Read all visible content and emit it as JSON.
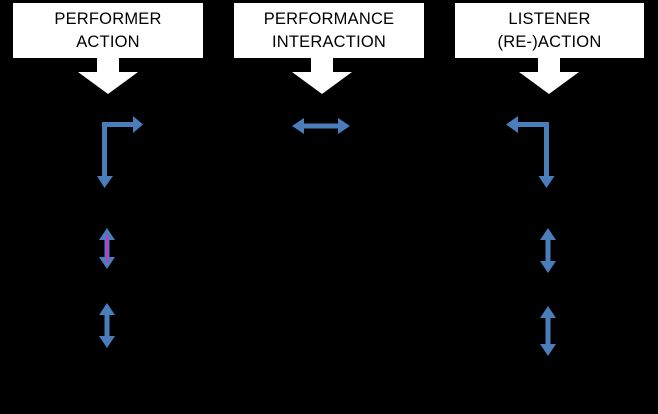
{
  "diagram": {
    "title": "Performer / Performance / Listener interaction diagram",
    "background_color": "#000000",
    "box_fill_color": "#ffffff",
    "box_text_color": "#000000",
    "arrow_blue_color": "#4a7ebb",
    "arrow_magenta_color": "#cc33cc",
    "columns": [
      {
        "id": "performer",
        "line1": "PERFORMER",
        "line2": "ACTION"
      },
      {
        "id": "performance",
        "line1": "PERFORMANCE",
        "line2": "INTERACTION"
      },
      {
        "id": "listener",
        "line1": "LISTENER",
        "line2": "(RE-)ACTION"
      }
    ],
    "connectors": [
      {
        "id": "performer-elbow",
        "shape": "elbow-right-down",
        "description": "Vertical line turning right with arrowhead, then down with arrowhead"
      },
      {
        "id": "performance-double-horizontal",
        "shape": "double-headed-horizontal",
        "description": "Horizontal double-headed arrow"
      },
      {
        "id": "listener-elbow",
        "shape": "elbow-left-down",
        "description": "Horizontal line with left arrowhead turning down with arrowhead"
      },
      {
        "id": "performer-double-vertical-upper",
        "shape": "double-headed-vertical",
        "description": "Short vertical double-headed arrow with magenta overlay line"
      },
      {
        "id": "performer-double-vertical-lower",
        "shape": "double-headed-vertical",
        "description": "Short vertical double-headed arrow"
      },
      {
        "id": "listener-double-vertical-upper",
        "shape": "double-headed-vertical",
        "description": "Short vertical double-headed arrow"
      },
      {
        "id": "listener-double-vertical-lower",
        "shape": "double-headed-vertical",
        "description": "Short vertical double-headed arrow"
      }
    ]
  }
}
